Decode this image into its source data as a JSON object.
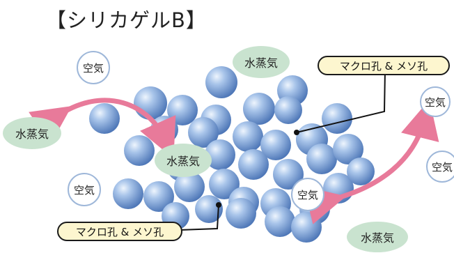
{
  "title": "【シリカゲルB】",
  "labels": {
    "air": "空気",
    "vapor": "水蒸気",
    "callout": "マクロ孔 & メソ孔"
  },
  "colors": {
    "sphere_light": "#e8f1fb",
    "sphere_mid": "#8fb1e0",
    "sphere_dark": "#4f78b8",
    "arrow": "#e87a9a",
    "vapor_fill": "#c9e3cf",
    "air_border": "#9eb7d9",
    "callout_fill": "#fdf6cf"
  }
}
